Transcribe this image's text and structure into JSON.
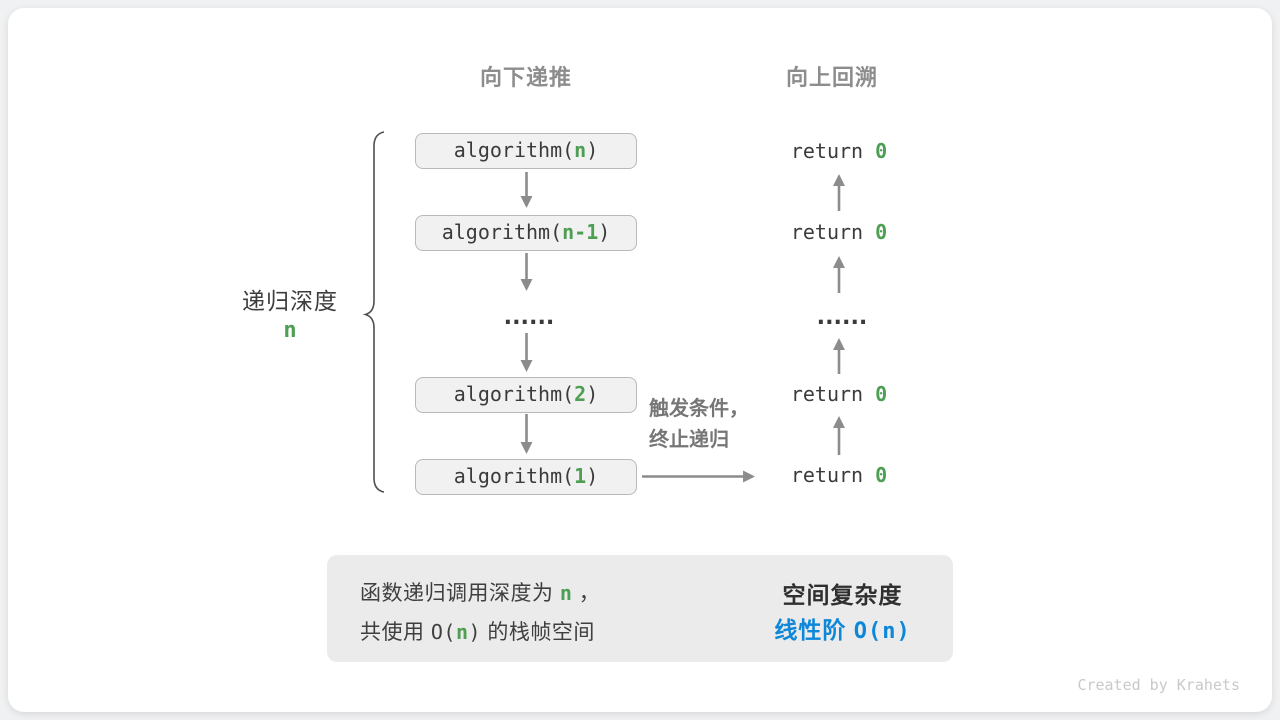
{
  "headers": {
    "recurse_down": "向下递推",
    "backtrack_up": "向上回溯"
  },
  "depth_brace": {
    "label": "递归深度",
    "variable": "n"
  },
  "call_boxes": [
    {
      "fn": "algorithm(",
      "arg": "n",
      "close": ")"
    },
    {
      "fn": "algorithm(",
      "arg": "n-1",
      "close": ")"
    },
    {
      "fn": "algorithm(",
      "arg": "2",
      "close": ")"
    },
    {
      "fn": "algorithm(",
      "arg": "1",
      "close": ")"
    }
  ],
  "returns": [
    {
      "keyword": "return ",
      "value": "0"
    },
    {
      "keyword": "return ",
      "value": "0"
    },
    {
      "keyword": "return ",
      "value": "0"
    },
    {
      "keyword": "return ",
      "value": "0"
    }
  ],
  "ellipsis": "......",
  "trigger": {
    "line1": "触发条件，",
    "line2": "终止递归"
  },
  "summary": {
    "line1": {
      "pre": "函数递归调用深度为 ",
      "var": "n",
      "post": " ，"
    },
    "line2": {
      "pre": "共使用 ",
      "code_open": "O(",
      "var": "n",
      "code_close": ")",
      "post": " 的栈帧空间"
    },
    "title": "空间复杂度",
    "result": {
      "label": "线性阶 ",
      "code": "O(n)"
    }
  },
  "credit": "Created by Krahets",
  "colors": {
    "green": "#4e9e54",
    "blue": "#0f87d8",
    "arrow": "#8c8c8c",
    "box_fill": "#f1f1f1",
    "box_border": "#b9b9b9",
    "summary_bg": "#ebebeb"
  }
}
